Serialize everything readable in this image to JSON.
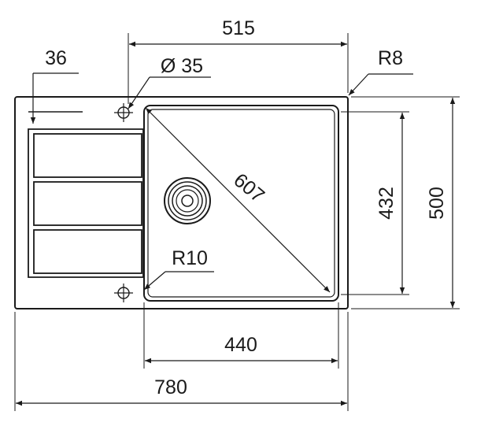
{
  "dimensions": {
    "top_width": "515",
    "overflow_offset": "36",
    "tap_hole": "Ø 35",
    "corner_radius_outer": "R8",
    "bowl_diagonal": "607",
    "bowl_height": "432",
    "overall_height": "500",
    "bowl_corner_radius": "R10",
    "bowl_width": "440",
    "overall_width": "780"
  },
  "colors": {
    "stroke": "#1a1a1a",
    "fill": "#ffffff"
  }
}
